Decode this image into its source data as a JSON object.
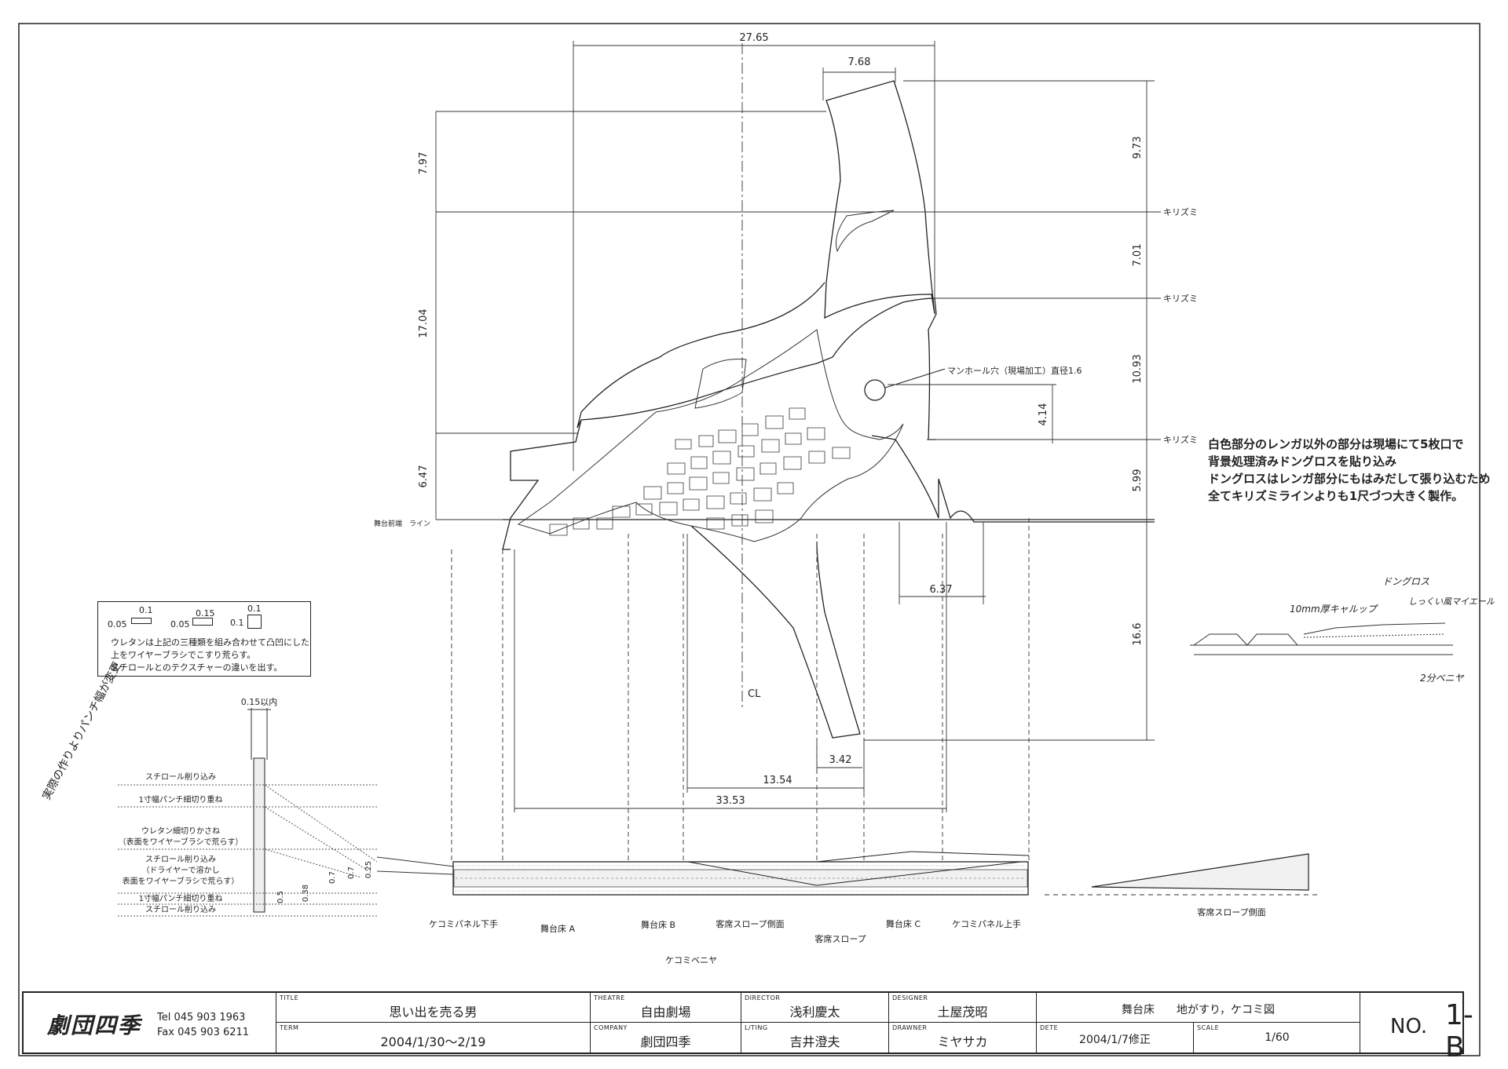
{
  "dims": {
    "top_width": "27.65",
    "top_right_width": "7.68",
    "left_upper": "7.97",
    "left_mid": "17.04",
    "left_low": "6.47",
    "right_1": "9.73",
    "right_2": "7.01",
    "right_3": "10.93",
    "right_4": "5.99",
    "manhole_offset": "4.14",
    "front_right_width": "6.37",
    "right_depth": "16.6",
    "bottom_3_42": "3.42",
    "bottom_13_54": "13.54",
    "bottom_33_53": "33.53"
  },
  "labels": {
    "kirizumi_1": "キリズミ",
    "kirizumi_2": "キリズミ",
    "kirizumi_3": "キリズミ",
    "manhole": "マンホール穴（現場加工）直径1.6",
    "stage_front_line": "舞台前端　ライン",
    "cl": "CL"
  },
  "note_lines": [
    "白色部分のレンガ以外の部分は現場にて5枚口で",
    "背景処理済みドングロスを貼り込み",
    "ドングロスはレンガ部分にもはみだして張り込むため",
    "全てキリズミラインよりも1尺づつ大きく製作。"
  ],
  "legend": {
    "n1": "0.1",
    "n2": "0.05",
    "n3": "0.15",
    "n4": "0.05",
    "n5": "0.1",
    "n6": "0.1",
    "lines": [
      "ウレタンは上記の三種類を組み合わせて凸凹にした",
      "上をワイヤーブラシでこすり荒らす。",
      "スチロールとのテクスチャーの違いを出す。"
    ]
  },
  "layers": {
    "top_dim": "0.15以内",
    "items": [
      "スチロール削り込み",
      "1寸幅パンチ細切り重ね",
      "ウレタン細切りかさね",
      "（表面をワイヤーブラシで荒らす）",
      "スチロール削り込み",
      "（ドライヤーで溶かし",
      "表面をワイヤーブラシで荒らす）",
      "1寸幅パンチ細切り重ね",
      "スチロール削り込み"
    ],
    "side_dims": [
      "0.25",
      "0.7",
      "0.7",
      "0.38",
      "0.5"
    ],
    "handwritten": "実際の作りよりパンチ幅が変更"
  },
  "section_labels": [
    "ケコミパネル下手",
    "舞台床 A",
    "舞台床 B",
    "客席スロープ側面",
    "客席スロープ",
    "舞台床 C",
    "ケコミパネル上手",
    "ケコミベニヤ",
    "客席スロープ側面"
  ],
  "handnotes": {
    "h1": "10mm厚キャルップ",
    "h2": "ドングロス",
    "h3": "しっくい風マイエール",
    "h4": "2分ベニヤ"
  },
  "titleblock": {
    "logo": "劇団四季",
    "tel": "Tel  045 903 1963",
    "fax": "Fax 045 903 6211",
    "title_label": "TITLE",
    "title": "思い出を売る男",
    "term_label": "TERM",
    "term": "2004/1/30〜2/19",
    "theatre_label": "THEATRE",
    "theatre": "自由劇場",
    "company_label": "COMPANY",
    "company": "劇団四季",
    "director_label": "DIRECTOR",
    "director": "浅利慶太",
    "lting_label": "L/TING",
    "lting": "吉井澄夫",
    "designer_label": "DESIGNER",
    "designer": "土屋茂昭",
    "drawner_label": "DRAWNER",
    "drawner": "ミヤサカ",
    "subject": "舞台床　　地がすり，ケコミ図",
    "date_label": "DETE",
    "date": "2004/1/7修正",
    "scale_label": "SCALE",
    "scale": "1/60",
    "no_label": "NO.",
    "no": "1-B"
  }
}
